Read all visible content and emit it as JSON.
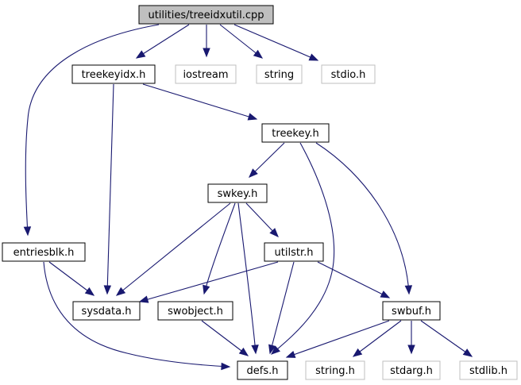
{
  "graph": {
    "root": "utilities/treeidxutil.cpp",
    "colors": {
      "edge": "#191970",
      "root_fill": "#bfbfbf",
      "root_border": "#000000",
      "node_fill": "#ffffff",
      "node_border": "#000000",
      "external_border": "#bfbfbf"
    },
    "nodes": [
      {
        "id": "root",
        "label": "utilities/treeidxutil.cpp",
        "kind": "root"
      },
      {
        "id": "treekeyidx",
        "label": "treekeyidx.h",
        "kind": "local"
      },
      {
        "id": "iostream",
        "label": "iostream",
        "kind": "external"
      },
      {
        "id": "string",
        "label": "string",
        "kind": "external"
      },
      {
        "id": "stdio",
        "label": "stdio.h",
        "kind": "external"
      },
      {
        "id": "treekey",
        "label": "treekey.h",
        "kind": "local"
      },
      {
        "id": "swkey",
        "label": "swkey.h",
        "kind": "local"
      },
      {
        "id": "entriesblk",
        "label": "entriesblk.h",
        "kind": "local"
      },
      {
        "id": "utilstr",
        "label": "utilstr.h",
        "kind": "local"
      },
      {
        "id": "sysdata",
        "label": "sysdata.h",
        "kind": "local"
      },
      {
        "id": "swobject",
        "label": "swobject.h",
        "kind": "local"
      },
      {
        "id": "swbuf",
        "label": "swbuf.h",
        "kind": "local"
      },
      {
        "id": "defs",
        "label": "defs.h",
        "kind": "local"
      },
      {
        "id": "stringh",
        "label": "string.h",
        "kind": "external"
      },
      {
        "id": "stdarg",
        "label": "stdarg.h",
        "kind": "external"
      },
      {
        "id": "stdlib",
        "label": "stdlib.h",
        "kind": "external"
      }
    ],
    "edges": [
      {
        "from": "root",
        "to": "treekeyidx"
      },
      {
        "from": "root",
        "to": "iostream"
      },
      {
        "from": "root",
        "to": "string"
      },
      {
        "from": "root",
        "to": "stdio"
      },
      {
        "from": "root",
        "to": "entriesblk"
      },
      {
        "from": "treekeyidx",
        "to": "treekey"
      },
      {
        "from": "treekeyidx",
        "to": "sysdata"
      },
      {
        "from": "treekey",
        "to": "swkey"
      },
      {
        "from": "treekey",
        "to": "defs"
      },
      {
        "from": "treekey",
        "to": "swbuf"
      },
      {
        "from": "swkey",
        "to": "utilstr"
      },
      {
        "from": "swkey",
        "to": "sysdata"
      },
      {
        "from": "swkey",
        "to": "swobject"
      },
      {
        "from": "swkey",
        "to": "defs"
      },
      {
        "from": "entriesblk",
        "to": "sysdata"
      },
      {
        "from": "entriesblk",
        "to": "defs"
      },
      {
        "from": "utilstr",
        "to": "sysdata"
      },
      {
        "from": "utilstr",
        "to": "defs"
      },
      {
        "from": "utilstr",
        "to": "swbuf"
      },
      {
        "from": "swobject",
        "to": "defs"
      },
      {
        "from": "swbuf",
        "to": "defs"
      },
      {
        "from": "swbuf",
        "to": "stringh"
      },
      {
        "from": "swbuf",
        "to": "stdarg"
      },
      {
        "from": "swbuf",
        "to": "stdlib"
      }
    ]
  }
}
